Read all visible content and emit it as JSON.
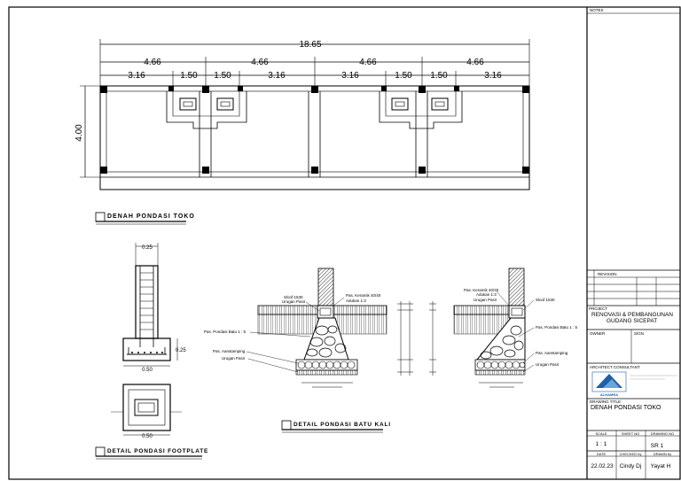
{
  "plan": {
    "dim_total": "18.65",
    "dim_spans": [
      "4.66",
      "4.66",
      "4.66",
      "4.66"
    ],
    "dim_sub": [
      "3.16",
      "1.50",
      "1.50",
      "3.16",
      "3.16",
      "1.50",
      "1.50",
      "3.16"
    ],
    "dim_height": "4.00",
    "title": "DENAH PONDASI TOKO"
  },
  "footplate": {
    "top_dim": "0.25",
    "side_dim": "0.25",
    "width_dim": "0.50",
    "width_dim2": "0.50",
    "title": "DETAIL PONDASI FOOTPLATE"
  },
  "batu_kali": {
    "title": "DETAIL PONDASI BATU KALI",
    "left_labels": {
      "sloof": "Sloof 1530",
      "urugan_pasir_top": "Urugan Pasir",
      "keramik": "Pas. Keramik 40/40",
      "adukan": "Adukan 1:3",
      "pas_pondasi": "Pas. Pondasi Batu 1 : 5",
      "aanstamping": "Pas. Aanstamping",
      "urugan_pasir": "Urugan Pasir"
    },
    "right_labels": {
      "keramik": "Pas. Keramik 40/40",
      "adukan": "Adukan 1:3",
      "urugan_pasir_top": "Urugan Pasir",
      "sloof": "Sloof 1530",
      "pas_pondasi": "Pas. Pondasi Batu 1 : 5",
      "aanstamping": "Pas. Aanstamping",
      "urugan_pasir": "Urugan Pasir"
    }
  },
  "title_block": {
    "notes_label": "NOTES",
    "revision_label": "REVISION",
    "project_label": "PROJECT",
    "project_name": "RENOVASI & PEMBANGUNAN GUDANG SICEPAT",
    "owner_label": "OWNER",
    "sign_label": "SIGN",
    "architect_label": "ARCHITECT CONSULTANT",
    "logo_text": "ALHAMRA",
    "drawing_title_label": "DRAWING TITLE",
    "drawing_title": "DENAH PONDASI TOKO",
    "scale_label": "SCALE",
    "sheet_label": "SHEET NO",
    "drawing_no_label": "DRAWING NO",
    "scale_value": "1 : 1",
    "drawing_no_value": "SR 1",
    "date_label": "DATE",
    "checked_label": "CHECKED by",
    "drawn_label": "DRAWN by",
    "date_value": "22.02.23",
    "checked_value": "Cindy Dj",
    "drawn_value": "Yayat H"
  },
  "colors": {
    "logo_blue": "#1d5fa8",
    "line": "#000000"
  }
}
